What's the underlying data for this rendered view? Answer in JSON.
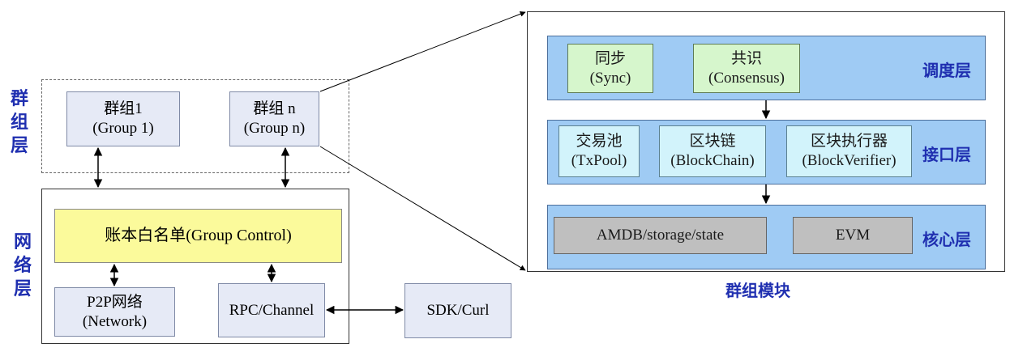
{
  "group_layer": {
    "label": "群组层",
    "group1": {
      "line1": "群组1",
      "line2": "(Group 1)"
    },
    "groupn": {
      "line1": "群组 n",
      "line2": "(Group n)"
    }
  },
  "network_layer": {
    "label": "网络层",
    "group_control": "账本白名单(Group Control)",
    "p2p": {
      "line1": "P2P网络",
      "line2": "(Network)"
    },
    "rpc": "RPC/Channel"
  },
  "sdk": "SDK/Curl",
  "group_module": {
    "title": "群组模块",
    "scheduling_layer": {
      "label": "调度层",
      "sync": {
        "line1": "同步",
        "line2": "(Sync)"
      },
      "consensus": {
        "line1": "共识",
        "line2": "(Consensus)"
      }
    },
    "interface_layer": {
      "label": "接口层",
      "txpool": {
        "line1": "交易池",
        "line2": "(TxPool)"
      },
      "blockchain": {
        "line1": "区块链",
        "line2": "(BlockChain)"
      },
      "blockverifier": {
        "line1": "区块执行器",
        "line2": "(BlockVerifier)"
      }
    },
    "core_layer": {
      "label": "核心层",
      "amdb": "AMDB/storage/state",
      "evm": "EVM"
    }
  }
}
